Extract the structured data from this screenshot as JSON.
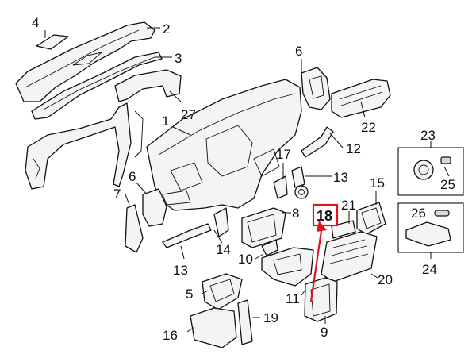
{
  "colors": {
    "highlight": "#e0141b",
    "ink": "#111111"
  },
  "callouts": {
    "c1": "1",
    "c2": "2",
    "c3": "3",
    "c4": "4",
    "c5": "5",
    "c6a": "6",
    "c6b": "6",
    "c7": "7",
    "c8": "8",
    "c9": "9",
    "c10": "10",
    "c11": "11",
    "c12": "12",
    "c13a": "13",
    "c13b": "13",
    "c14": "14",
    "c15": "15",
    "c16": "16",
    "c17": "17",
    "c18": "18",
    "c19": "19",
    "c20": "20",
    "c21": "21",
    "c22": "22",
    "c23": "23",
    "c24": "24",
    "c25": "25",
    "c26": "26",
    "c27": "27"
  },
  "highlighted_part": "18"
}
